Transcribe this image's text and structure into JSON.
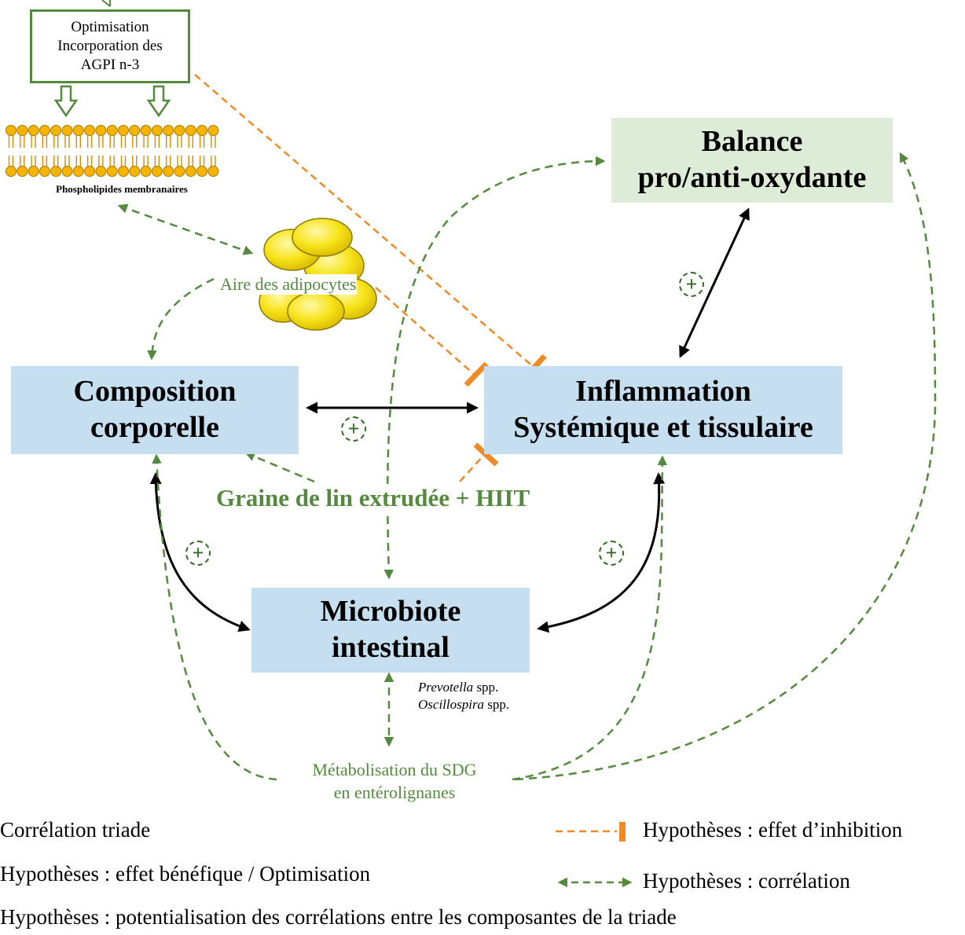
{
  "optimisation_box": {
    "line1": "Optimisation",
    "line2": "Incorporation des",
    "line3": "AGPI n-3"
  },
  "phospholipids_label": "Phospholipides membranaires",
  "adipocytes_label": "Aire des adipocytes",
  "balance_box": {
    "line1": "Balance",
    "line2": "pro/anti-oxydante"
  },
  "composition_box": {
    "line1": "Composition",
    "line2": "corporelle"
  },
  "inflammation_box": {
    "line1": "Inflammation",
    "line2": "Systémique et tissulaire"
  },
  "intervention_label": "Graine de lin extrudée + HIIT",
  "microbiote_box": {
    "line1": "Microbiote",
    "line2": "intestinal"
  },
  "bacteria": {
    "line1_genus": "Prevotella",
    "line1_suffix": " spp.",
    "line2_genus": "Oscillospira",
    "line2_suffix": " spp."
  },
  "sdg_label": {
    "line1": "Métabolisation du SDG",
    "line2": "en entérolignanes"
  },
  "plus_symbol": "+",
  "legend": {
    "triad": "Corrélation triade",
    "inhibition": "Hypothèses : effet d’inhibition",
    "benefit": "Hypothèses : effet bénéfique / Optimisation",
    "correlation": "Hypothèses : corrélation",
    "potentiation": "Hypothèses : potentialisation des corrélations entre les composantes de la triade"
  },
  "colors": {
    "blue_box": "#c5dff0",
    "green_box": "#dcecd7",
    "green": "#548a3e",
    "dark_green": "#2f6b23",
    "orange": "#f08a24",
    "membrane_yellow": "#f4b400",
    "adipocyte_yellow": "#f7e31a"
  }
}
